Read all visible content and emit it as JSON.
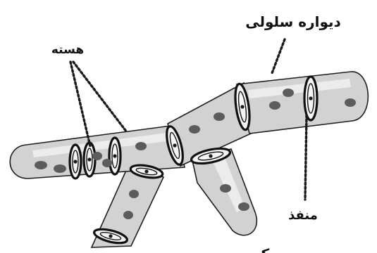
{
  "figure": {
    "labels": {
      "cell_wall": "دیواره سلولی",
      "nucleus": "هسته",
      "pore": "منفذ",
      "bottom_cut": "ک"
    }
  }
}
